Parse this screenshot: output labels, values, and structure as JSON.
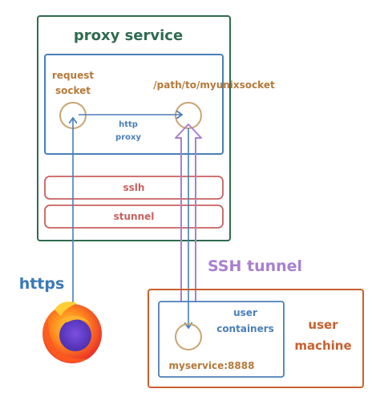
{
  "colors": {
    "proxy": "#2f6b4f",
    "inner": "#4a7fb8",
    "ssl": "#c9605f",
    "socket": "#c9a470",
    "user": "#c9602e",
    "tunnel": "#a97fcf",
    "https": "#3a78b6",
    "socket_text": "#b5793a"
  },
  "proxy_service": {
    "title": "proxy service",
    "request_socket_line1": "request",
    "request_socket_line2": "socket",
    "unix_socket_path": "/path/to/myunixsocket",
    "http_proxy_line1": "http",
    "http_proxy_line2": "proxy",
    "sslh": "sslh",
    "stunnel": "stunnel"
  },
  "https_label": "https",
  "ssh_tunnel_label": "SSH tunnel",
  "user_machine": {
    "title_line1": "user",
    "title_line2": "machine",
    "containers_line1": "user",
    "containers_line2": "containers",
    "service": "myservice:8888"
  },
  "icons": {
    "browser": "firefox-icon"
  }
}
